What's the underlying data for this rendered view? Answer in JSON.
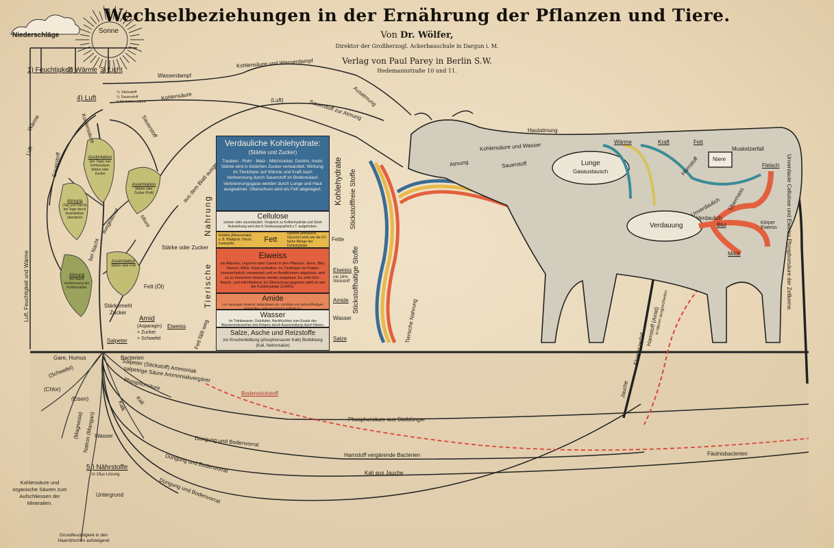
{
  "title": "Wechselbeziehungen in der Ernährung der Pflanzen und Tiere.",
  "author": {
    "prefix": "Von",
    "name": "Dr. Wölfer,",
    "position": "Direktor der Großherzogl. Ackerbauschule in Dargun i. M."
  },
  "publisher": {
    "line": "Verlag von Paul Parey in Berlin S.W.",
    "address": "Hedemannstraße 10 und 11."
  },
  "sky": {
    "precipitation": "Niederschläge",
    "sun": "Sonne"
  },
  "factors": {
    "moisture": "1) Feuchtigkeit",
    "warmth": "2) Wärme",
    "light": "3) Licht",
    "air": "4) Luft",
    "air_note_1": "⁴⁄₅ Stickstoff",
    "air_note_2": "¹⁄₅ Sauerstoff",
    "air_note_3": "0,04 Kohlensäure",
    "nutrients": "5.) Nährstoffe",
    "nutrients_note": "in 1‰o Lösung"
  },
  "plant": {
    "assimilation_1": "Assimilation",
    "assimilation_1_text": "(bei Tage) aus Kohlensäure Stärke oder Zucker",
    "assimilation_2": "Assimilation",
    "assimilation_2_text": "Stärke oder Zucker (Fett)",
    "assimilation_3": "Assimilation",
    "assimilation_3_text": "Stärke oder Fett",
    "respiration_1": "Atmung",
    "respiration_1_text": "(Tag und Nacht) bei Tage durch Assimilation überdeckt",
    "respiration_2": "Atmung",
    "respiration_2_text": "bei Nacht Verbrennung der Kohlehydrate"
  },
  "labels": {
    "wasserdampf": "Wasserdampf",
    "kohlensaeure_und_wasserdampf": "Kohlensäure und Wasserdampf",
    "kohlensaeure": "Kohlensäure",
    "luft_paren": "(Luft)",
    "sauerstoff_zur_atmung": "Sauerstoff zur Atmung",
    "ausatmung": "Ausatmung",
    "aus_dem_blatt": "aus dem Blatt ausgeschieden",
    "sauerstoff": "Sauerstoff",
    "waerme": "Wärme",
    "luft": "Luft",
    "sauerstoff_left": "Sauerstoff",
    "luft_feuchtigkeit_waerme": "Luft, Feuchtigkeit und Wärme",
    "bei_nacht": "bei Nacht",
    "ausgeatmet": "ausgeatmet",
    "kohlensaeure_leaf": "Kohlensäure",
    "saeure": "säure",
    "staerke_oder_zucker": "Stärke oder Zucker",
    "fett_oel": "Fett (Öl)",
    "staerkemehl": "Stärkemehl",
    "zucker": "Zucker",
    "amid": "Amid",
    "amid_detail_1": "(Asparagin)",
    "amid_detail_2": "+ Zucker",
    "amid_detail_3": "+ Schwefel",
    "eiweiss": "Eiweiss",
    "salpeter": "Salpeter",
    "nahrung": "Nahrung",
    "tierische": "Tierische",
    "tierische_nahrung": "Tierische Nahrung",
    "fett_faellt_weg": "Fett fällt weg",
    "gare_humus": "Gare, Humus",
    "bacterien": "Bacterien",
    "ammoniak": "Salpeter (Stickstoff) Ammoniak",
    "salpetrige_saeure": "salpetrige Säure Ammoniakvergärer",
    "phosphorsaeure": "Phosphorsäure",
    "schwefel": "(Schwefel)",
    "chlor": "(Chlor)",
    "eisen": "(Eisen)",
    "magnesia": "(Magnesia)",
    "natron": "Natron (Mangan)",
    "kalk": "Kalk",
    "kali": "Kali",
    "wasser": "Wasser",
    "kohlensaeure_organische": "Kohlensäure und organische Säuren zum Aufschliessen der Mineralien.",
    "untergrund": "Untergrund",
    "grundfeuchtigkeit": "Grundfeuchtigkeit in den Haarröhrchen aufsteigend",
    "bodenstickstoff": "Bodenstickstoff",
    "phosphorsaeure_stallduenger": "Phosphorsäure aus Stalldünger",
    "duengung_bodenvorrat_1": "Düngung und Bodenvorrat",
    "duengung_bodenvorrat_2": "Düngung und Bodenvorrat",
    "duengung_bodenvorrat_3": "Düngung und Bodenvorrat",
    "harnstoff_bacterien": "Harnstoff vergärende Bacterien",
    "faeulnisbacterien": "Fäulnisbacterien",
    "kali_aus_jauche": "Kali aus Jauche",
    "jauche": "Jauche",
    "eiweisszerfall": "Eiweisszerfall",
    "harnstoff_amid": "Harnstoff (Amid)",
    "in_nieren": "in Nieren ausgeschieden",
    "hautatmung": "Hautatmung",
    "kohlensaeure_und_wasser": "Kohlensäure und Wasser",
    "atmung": "Atmung",
    "sauerstoff_cow": "Sauerstoff",
    "lunge": "Lunge",
    "gasaustausch": "Gasaustausch",
    "waerme_cow": "Wärme",
    "kraft": "Kraft",
    "fett_cow": "Fett",
    "niere": "Niere",
    "muskelzerfall": "Muskelzerfall",
    "fleisch": "Fleisch",
    "harnstoff": "Harnstoff",
    "unverdaulich": "Unverdaulich",
    "verdaulich": "Verdaulich",
    "uebermass": "Übermass",
    "verdauung": "Verdauung",
    "blut": "Blut",
    "koerper_eiweiss": "Körper Eiweiss",
    "milch": "Milch",
    "unverdaute_cellulose": "Unverdaute Cellulose und Eiweiss Phosphorsäure der Zellkerne."
  },
  "nutrition": {
    "kohlehydrate": {
      "title": "Verdauliche Kohlehydrate:",
      "subtitle": "(Stärke und Zucker)",
      "text": "Trauben - Rohr - Malz - Milchzucker, Dextrin, Inulin. Stärke wird in löslichen Zucker verwandelt. Wirkung: im Tierkörper auf Wärme und Kraft nach Verbrennung durch Sauerstoff im Blutkreislauf. Verbrennungsgase werden durch Lunge und Haut ausgeatmet. Überschuss wird als Fett abgelagert."
    },
    "cellulose": {
      "title": "Cellulose",
      "text": "schwer oder unverdaulich. Vergleich zu Kohlenhydrate und Stroh Nutzwirkung wird durch Verdauungsarbeit z.T. aufgehoben."
    },
    "fett": {
      "title": "Fett",
      "left": "Rohfett (Ätherextrakt) z. B. Blattgrün, Harze, Farbstoffe.",
      "right": "Reinfett (fettsaures Glycerin) wirkt wie die 2½ fache Menge der Kohlehydrate."
    },
    "eiweiss": {
      "title": "Eiweiss",
      "text": "als Albumin, Legumin oder Casein in den Pflanzen, Eiern, Blut, Fleisch, Milch, Käse enthalten. Im Tierkörper im Pepton (wasserlöslich) verwandelt und zu Amidkörpern abgebaut, wird es zu tierischem Eiweiss wieder aufgebaut. Es wirkt blut-, fleisch- und milchbildend. Im Überschuss gegeben wirkt es wie die Kohlehydrate (0,94%)."
    },
    "amide": {
      "title": "Amide",
      "text": "z.B. Asparagin Glutamin, Betainbasen etc. Vorstufen von stickstoffhaltigen Nährstoffen. Wirkung nicht für Fettbildung."
    },
    "wasser": {
      "title": "Wasser",
      "text": "Im Tränkwasser, Grünfutter, Hackfrüchten zum Ersatz des Wasserverbrauches des Körpers durch Ausscheidung durch Nieren, Lunge u. Haut."
    },
    "salze": {
      "title": "Salze, Asche und Reizstoffe",
      "text": "zur Knochenbildung (phosphorsaurer Kalk) Blutbildung (Kali, Natronsalze)"
    }
  },
  "side_labels": {
    "kohlehydrate": "Kohlehydrate",
    "stickstofffreie": "Stickstofffreie Stoffe",
    "stickstoffhaltige": "Stickstoffhaltige Stoffe",
    "fette": "Fette",
    "eiweiss": "Eiweiss",
    "eiweiss_note": "mit 16% Stickstoff",
    "amide": "Amide",
    "wasser": "Wasser",
    "salze": "Salze"
  },
  "colors": {
    "carbohydrate": "#3b6c93",
    "cellulose": "#e9e1d2",
    "fat": "#e7b84a",
    "protein": "#e2603e",
    "amide": "#e7865a",
    "water": "#ece7d9",
    "salts": "#e0d6c4",
    "leaf": "#c3be74",
    "leaf_dark": "#9aa35b",
    "cow": "#d3cdbd"
  }
}
